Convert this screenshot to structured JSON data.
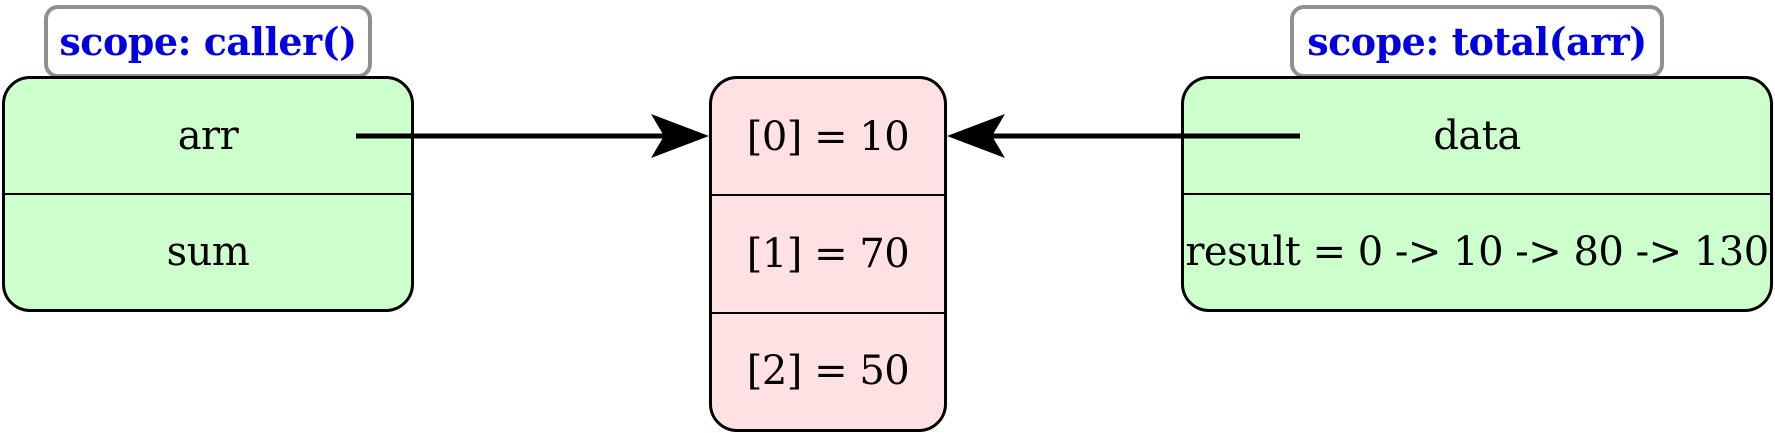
{
  "caller_scope": {
    "label": "scope: caller()",
    "fields": [
      "arr",
      "sum"
    ]
  },
  "array_node": {
    "cells": [
      "[0] = 10",
      "[1] = 70",
      "[2] = 50"
    ]
  },
  "total_scope": {
    "label": "scope: total(arr)",
    "fields": [
      "data",
      "result = 0 -> 10 -> 80 -> 130"
    ]
  },
  "colors": {
    "scope_fill": "#ccffcc",
    "array_fill": "#ffe1e3",
    "label_text": "#0000e0",
    "label_border": "#909090",
    "edge": "#000000"
  },
  "edges": [
    {
      "from": "caller_scope.arr",
      "to": "array_node.cells.0"
    },
    {
      "from": "total_scope.data",
      "to": "array_node.cells.0"
    }
  ]
}
